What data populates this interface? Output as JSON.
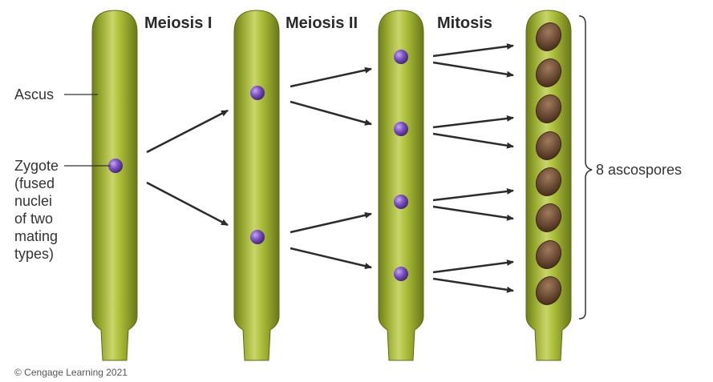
{
  "stages": {
    "meiosis1": "Meiosis I",
    "meiosis2": "Meiosis II",
    "mitosis": "Mitosis"
  },
  "labels": {
    "ascus": "Ascus",
    "zygote_lines": [
      "Zygote",
      "(fused",
      "nuclei",
      "of two",
      "mating",
      "types)"
    ],
    "spores": "8 ascospores"
  },
  "credit": "© Cengage Learning 2021",
  "colors": {
    "ascus_fill": "#a5b834",
    "ascus_dark": "#6f7d1c",
    "nucleus": "#7a4fc2",
    "spore": "#6b4a34",
    "arrow": "#2b2b2b"
  },
  "counts": {
    "nuclei_per_stage": [
      1,
      2,
      4,
      8
    ]
  }
}
